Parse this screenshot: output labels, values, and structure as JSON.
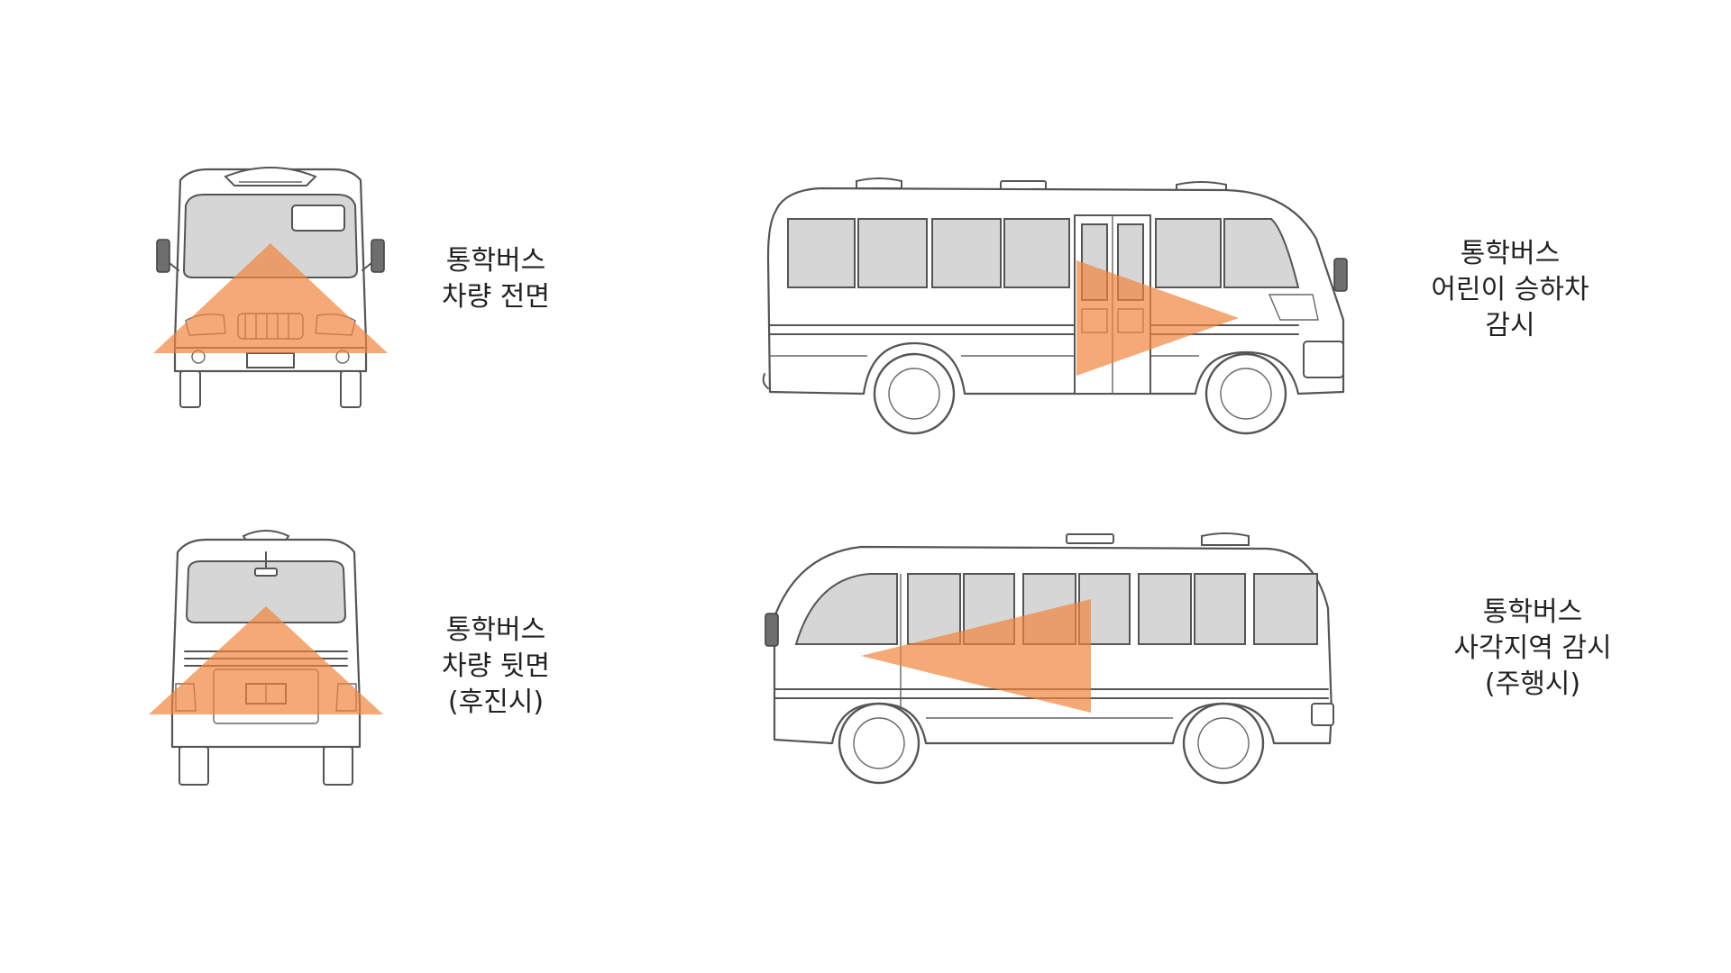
{
  "panels": [
    {
      "id": "front",
      "lines": [
        "통학버스",
        "차량 전면"
      ]
    },
    {
      "id": "side-boarding",
      "lines": [
        "통학버스",
        "어린이 승하차",
        "감시"
      ]
    },
    {
      "id": "rear",
      "lines": [
        "통학버스",
        "차량 뒷면",
        "(후진시)"
      ]
    },
    {
      "id": "side-blindspot",
      "lines": [
        "통학버스",
        "사각지역 감시",
        "(주행시)"
      ]
    }
  ],
  "colors": {
    "coverage_zone": "#f0843c",
    "window_glass": "#d6d6d6",
    "outline": "#555555"
  }
}
